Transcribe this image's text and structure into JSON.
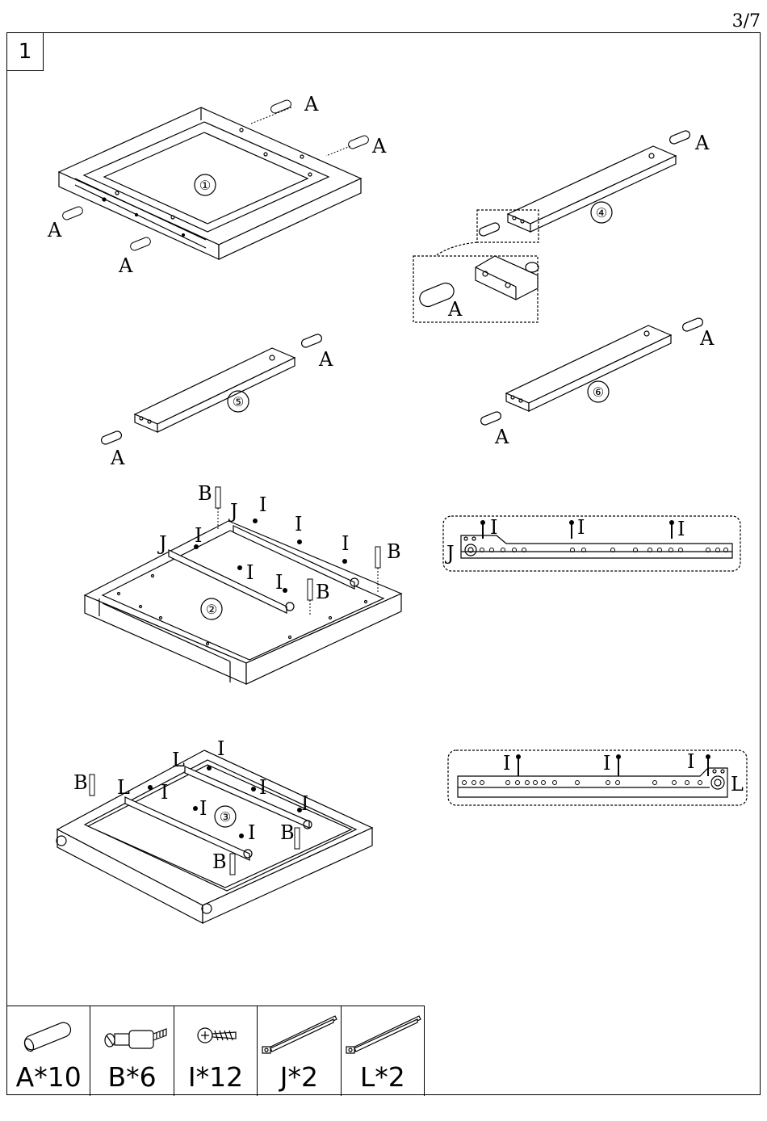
{
  "page_number": "3/7",
  "step_number": "1",
  "panel_numbers": {
    "p1": "①",
    "p2": "②",
    "p3": "③",
    "p4": "④",
    "p5": "⑤",
    "p6": "⑥"
  },
  "part_letters": {
    "A": "A",
    "B": "B",
    "I": "I",
    "J": "J",
    "L": "L"
  },
  "parts": [
    {
      "icon": "dowel-icon",
      "label": "A*10"
    },
    {
      "icon": "cam-bolt-icon",
      "label": "B*6"
    },
    {
      "icon": "screw-icon",
      "label": "I*12"
    },
    {
      "icon": "drawer-slide-j-icon",
      "label": "J*2"
    },
    {
      "icon": "drawer-slide-l-icon",
      "label": "L*2"
    }
  ]
}
